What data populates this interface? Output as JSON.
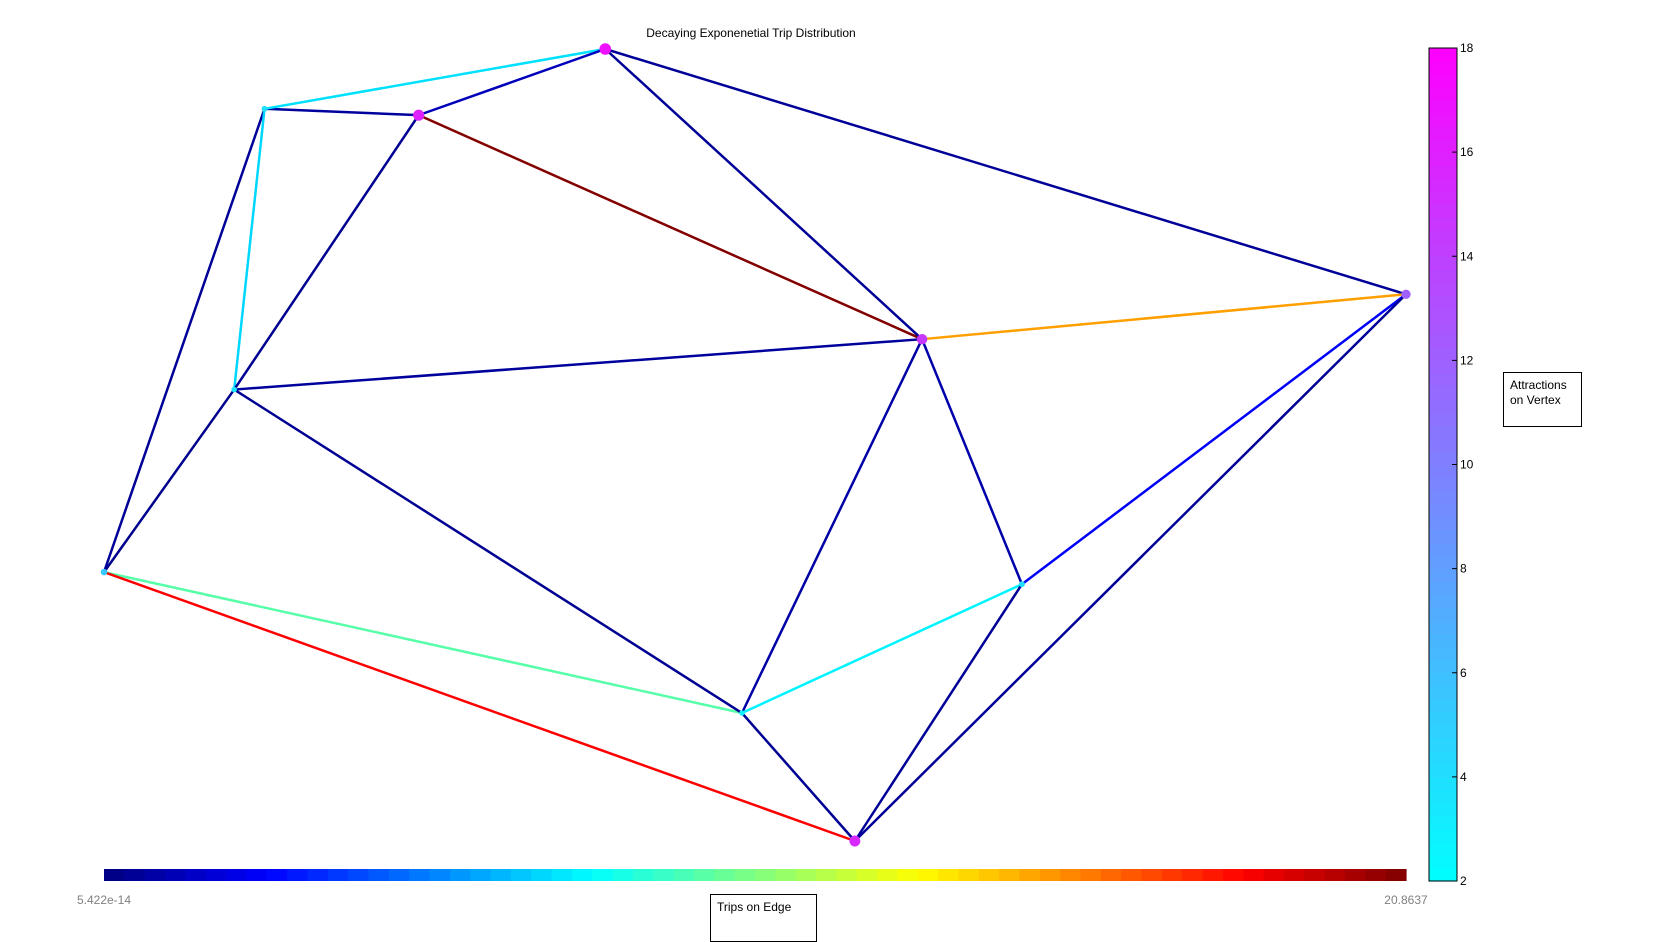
{
  "chart_data": {
    "type": "network",
    "title": "Decaying Exponenetial Trip Distribution",
    "edge_colorbar": {
      "label": "Trips on Edge",
      "min_label": "5.422e-14",
      "max_label": "20.8637",
      "min": 5.422e-14,
      "max": 20.8637,
      "colormap": "jet"
    },
    "vertex_colorbar": {
      "label_line1": "Attractions",
      "label_line2": "on Vertex",
      "min": 2,
      "max": 18,
      "ticks": [
        "2",
        "4",
        "6",
        "8",
        "10",
        "12",
        "14",
        "16",
        "18"
      ],
      "colormap": "cool"
    },
    "vertices": [
      {
        "id": "A",
        "x": 0.0,
        "y": 0.3395,
        "attractions": 5.5
      },
      {
        "id": "B",
        "x": 0.1233,
        "y": 0.9245,
        "attractions": 4
      },
      {
        "id": "C",
        "x": 0.1,
        "y": 0.57,
        "attractions": 3.5
      },
      {
        "id": "D",
        "x": 0.2417,
        "y": 0.9165,
        "attractions": 16
      },
      {
        "id": "E",
        "x": 0.385,
        "y": 1.0,
        "attractions": 17
      },
      {
        "id": "F",
        "x": 0.49,
        "y": 0.1616,
        "attractions": 3
      },
      {
        "id": "G",
        "x": 0.5767,
        "y": 0.0,
        "attractions": 15.5
      },
      {
        "id": "H",
        "x": 0.6283,
        "y": 0.6336,
        "attractions": 14.5
      },
      {
        "id": "I",
        "x": 0.705,
        "y": 0.3242,
        "attractions": 4
      },
      {
        "id": "J",
        "x": 1.0,
        "y": 0.6903,
        "attractions": 12
      }
    ],
    "edges": [
      {
        "from": "A",
        "to": "B",
        "trips": 0.5
      },
      {
        "from": "A",
        "to": "C",
        "trips": 0.3
      },
      {
        "from": "A",
        "to": "F",
        "trips": 9.6
      },
      {
        "from": "A",
        "to": "G",
        "trips": 18.3
      },
      {
        "from": "B",
        "to": "D",
        "trips": 0.6
      },
      {
        "from": "B",
        "to": "C",
        "trips": 7.0
      },
      {
        "from": "B",
        "to": "E",
        "trips": 7.2
      },
      {
        "from": "D",
        "to": "E",
        "trips": 1.2
      },
      {
        "from": "D",
        "to": "C",
        "trips": 0.4
      },
      {
        "from": "D",
        "to": "H",
        "trips": 20.8
      },
      {
        "from": "C",
        "to": "H",
        "trips": 0.6
      },
      {
        "from": "C",
        "to": "F",
        "trips": 0.4
      },
      {
        "from": "E",
        "to": "H",
        "trips": 0.5
      },
      {
        "from": "E",
        "to": "J",
        "trips": 0.5
      },
      {
        "from": "H",
        "to": "J",
        "trips": 15.0
      },
      {
        "from": "H",
        "to": "F",
        "trips": 0.8
      },
      {
        "from": "H",
        "to": "I",
        "trips": 0.9
      },
      {
        "from": "F",
        "to": "I",
        "trips": 7.6
      },
      {
        "from": "F",
        "to": "G",
        "trips": 0.4
      },
      {
        "from": "I",
        "to": "J",
        "trips": 2.5
      },
      {
        "from": "I",
        "to": "G",
        "trips": 0.5
      },
      {
        "from": "J",
        "to": "G",
        "trips": 0.5
      }
    ]
  }
}
